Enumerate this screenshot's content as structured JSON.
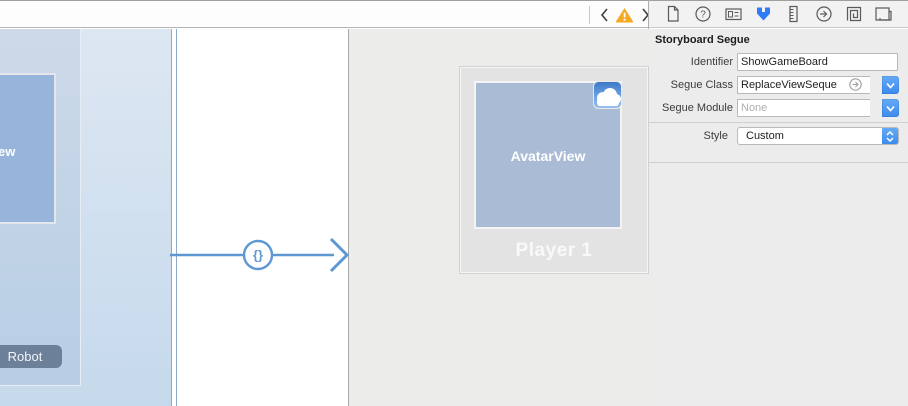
{
  "toolbar": {
    "nav": {
      "back_icon": "chevron-left",
      "warning_icon": "warning-triangle",
      "forward_icon": "chevron-right"
    }
  },
  "inspector": {
    "tabs": [
      {
        "icon": "file-inspector",
        "selected": false
      },
      {
        "icon": "quick-help-inspector",
        "selected": false
      },
      {
        "icon": "identity-inspector",
        "selected": false
      },
      {
        "icon": "attributes-inspector",
        "selected": true
      },
      {
        "icon": "size-inspector",
        "selected": false
      },
      {
        "icon": "connections-inspector",
        "selected": false
      },
      {
        "icon": "bindings-inspector",
        "selected": false
      },
      {
        "icon": "view-effects-inspector",
        "selected": false
      }
    ],
    "panel_title": "Storyboard Segue",
    "fields": {
      "identifier": {
        "label": "Identifier",
        "value": "ShowGameBoard"
      },
      "segue_class": {
        "label": "Segue Class",
        "value": "ReplaceViewSeque",
        "trailing_icon": "circled-right-arrow"
      },
      "segue_module": {
        "label": "Segue Module",
        "value": "",
        "placeholder": "None"
      },
      "style": {
        "label": "Style",
        "value": "Custom"
      }
    }
  },
  "canvas": {
    "source_scene": {
      "avatar_view_visible_text": "ew",
      "robot_button_label": "Robot"
    },
    "segue_arrow": {
      "badge": "{}",
      "kind": "custom-segue"
    },
    "destination_scene": {
      "avatar_view_label": "AvatarView",
      "corner_icon": "cloud-image",
      "scene_title": "Player 1"
    }
  },
  "colors": {
    "accent_blue": "#3c8bee",
    "segue_blue": "#5e97d2",
    "warning_orange": "#f6a723",
    "selection_blue": "#c5d9ec",
    "avatar_fill": "#aabbd6",
    "robot_fill": "#6c8099",
    "inspector_bg": "#ececec",
    "canvas_gray": "#ececeb"
  }
}
